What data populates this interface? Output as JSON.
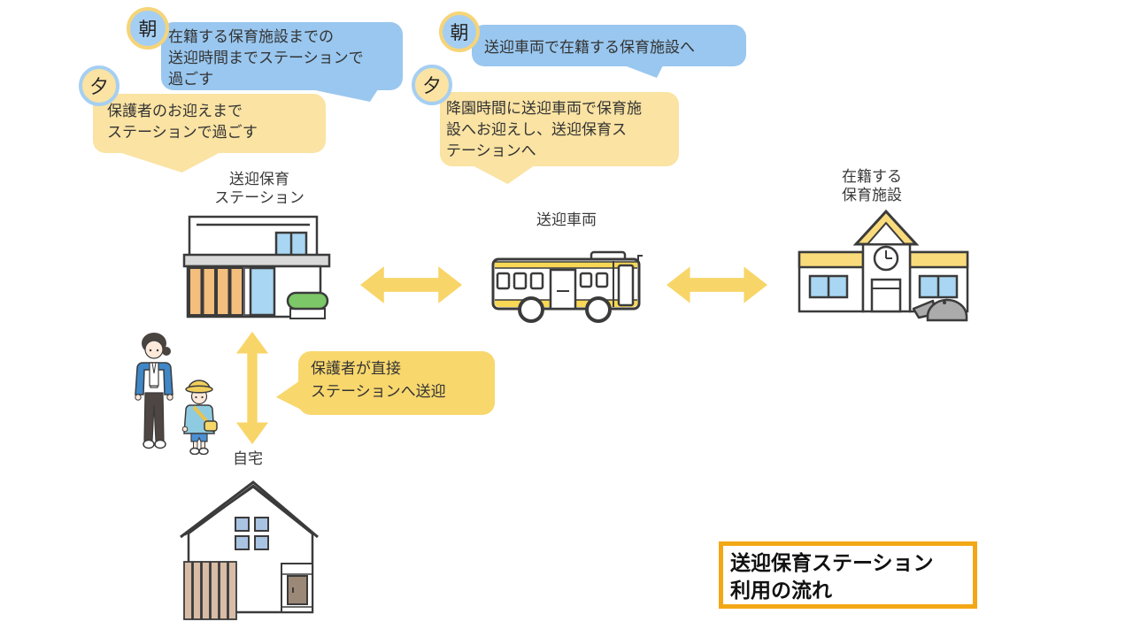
{
  "title_box": {
    "line1": "送迎保育ステーション",
    "line2": "利用の流れ"
  },
  "callouts": {
    "station_morning": {
      "badge": "朝",
      "lines": [
        "在籍する保育施設までの",
        "送迎時間までステーションで",
        "過ごす"
      ]
    },
    "station_evening": {
      "badge": "夕",
      "lines": [
        "保護者のお迎えまで",
        "ステーションで過ごす"
      ]
    },
    "bus_morning": {
      "badge": "朝",
      "lines": [
        "送迎車両で在籍する保育施設へ"
      ]
    },
    "bus_evening": {
      "badge": "夕",
      "lines": [
        "降園時間に送迎車両で保育施",
        "設へお迎えし、送迎保育ス",
        "テーションへ"
      ]
    },
    "home_direct": {
      "lines": [
        "保護者が直接",
        "ステーションへ送迎"
      ]
    }
  },
  "nodes": {
    "station": {
      "label_line1": "送迎保育",
      "label_line2": "ステーション"
    },
    "bus": {
      "label": "送迎車両"
    },
    "school": {
      "label_line1": "在籍する",
      "label_line2": "保育施設"
    },
    "home": {
      "label": "自宅"
    }
  },
  "colors": {
    "bubble_blue": "#99C7EF",
    "bubble_yellow_light": "#FAE3A3",
    "bubble_yellow_saturated": "#F8D76D",
    "arrow_yellow": "#F8D568",
    "badge_morning_fill": "#A5CFF2",
    "badge_morning_ring": "#F6D479",
    "badge_evening_fill": "#FAE3A3",
    "badge_evening_ring": "#A5CFF2",
    "title_border_orange": "#F2A816",
    "station_panel_orange": "#F4BE7D",
    "window_blue": "#A9D6F2",
    "school_band_yellow": "#FADB7C",
    "bus_stripe_yellow": "#F8D855",
    "bush_green": "#7CC768",
    "text_dark": "#333333"
  }
}
